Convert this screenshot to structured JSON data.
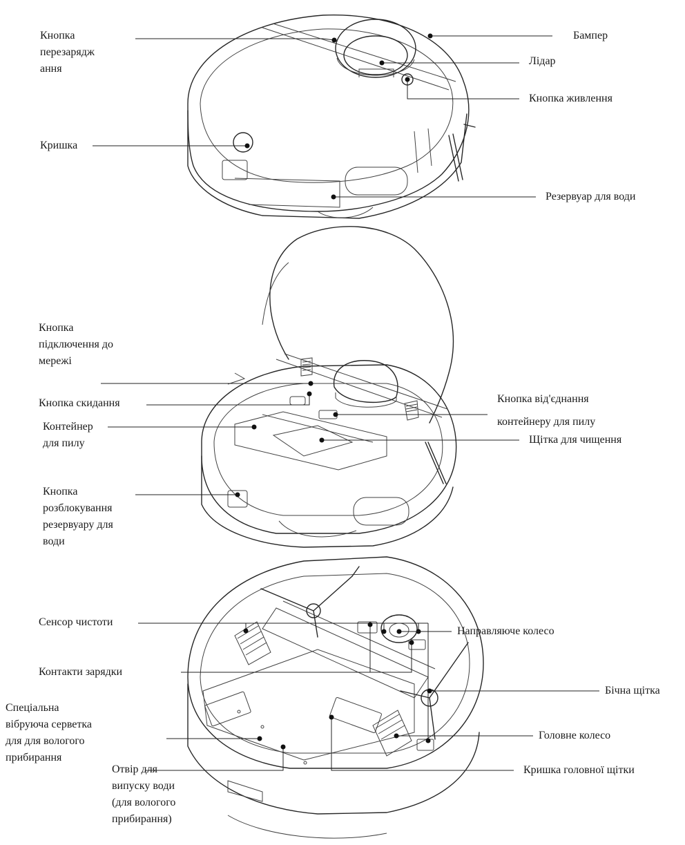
{
  "figure1": {
    "recharge_button": "Кнопка\nперезарядж\nання",
    "bumper": "Бампер",
    "lidar": "Лідар",
    "power_button": "Кнопка живлення",
    "cover": "Кришка",
    "water_tank": "Резервуар для води"
  },
  "figure2": {
    "network_button": "Кнопка\nпідключення до\nмережі",
    "reset_button": "Кнопка скидання",
    "dust_container": "Контейнер\nдля пилу",
    "container_release_button": "Кнопка від'єднання\nконтейнеру для пилу",
    "cleaning_brush": "Щітка для чищення",
    "tank_unlock_button": "Кнопка\nрозблокування\nрезервуару для\nводи"
  },
  "figure3": {
    "cliff_sensor": "Сенсор чистоти",
    "guide_wheel": "Направляюче колесо",
    "charging_contacts": "Контакти зарядки",
    "side_brush": "Бічна щітка",
    "vibrating_mop": "Спеціальна\nвібруюча серветка\nдля для вологого\nприбирання",
    "main_wheel": "Головне колесо",
    "water_outlet": "Отвір для\nвипуску води\n(для вологого\nприбирання)",
    "main_brush_cover": "Кришка головної щітки"
  }
}
